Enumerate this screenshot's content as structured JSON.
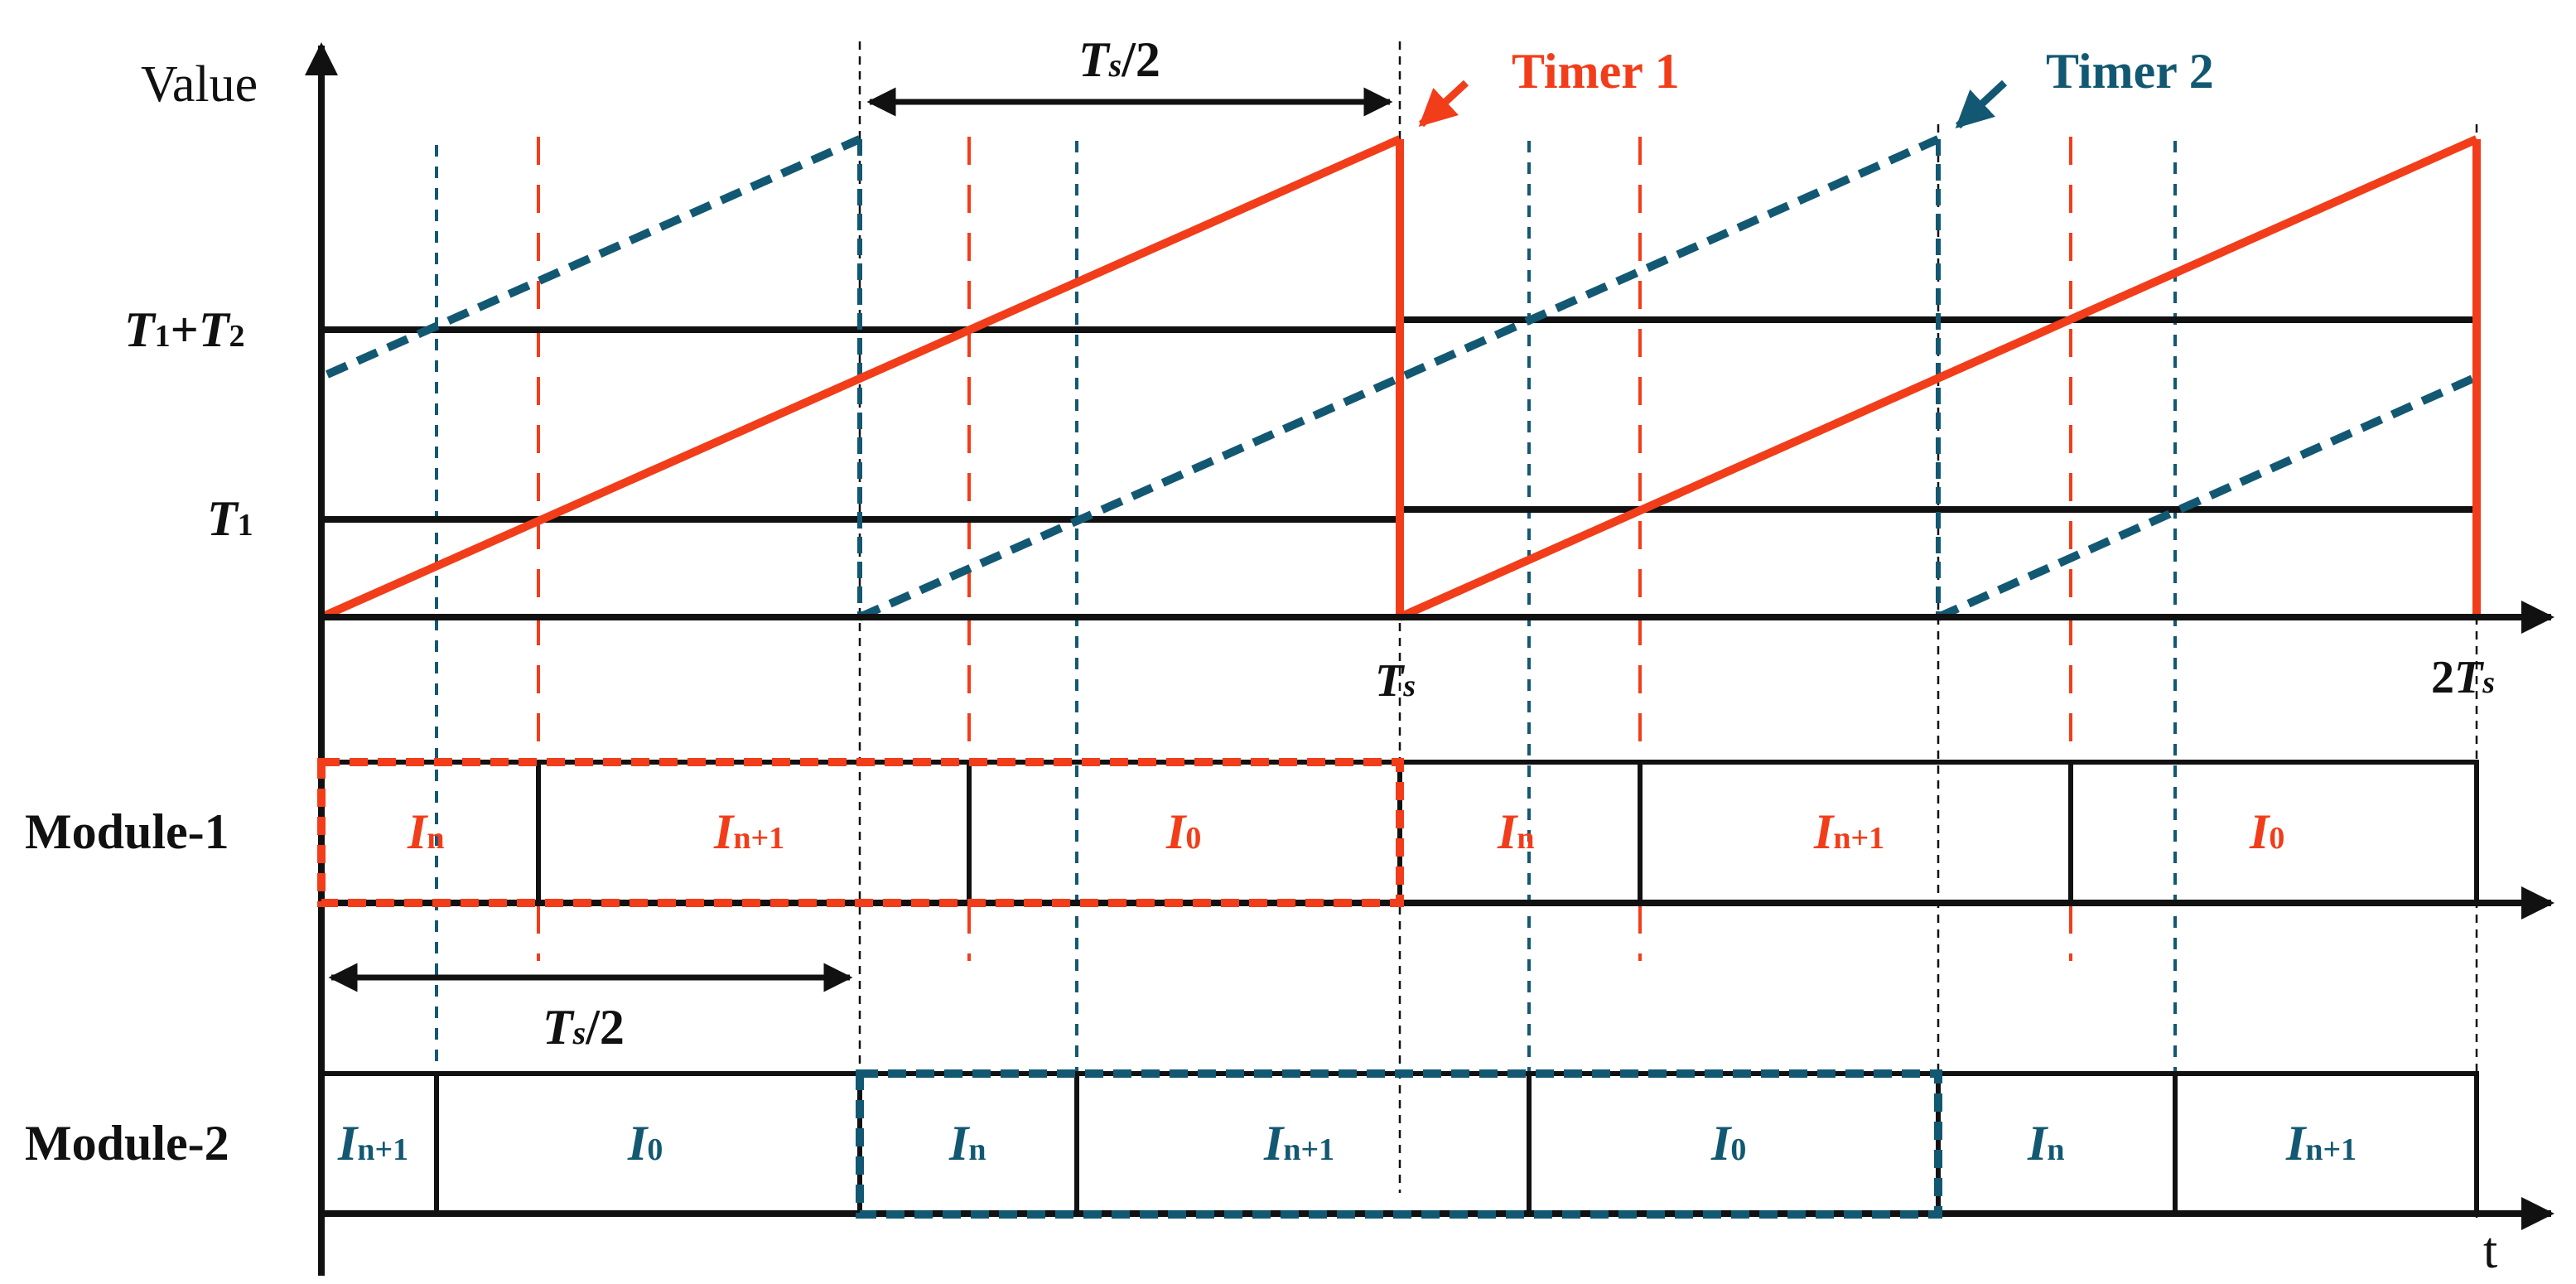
{
  "axes": {
    "y_label": "Value",
    "x_label": "t"
  },
  "y_levels": {
    "upper": {
      "main": "T",
      "sub": "1",
      "plus": "+",
      "main2": "T",
      "sub2": "2"
    },
    "lower": {
      "main": "T",
      "sub": "1"
    }
  },
  "x_ticks": {
    "ts": {
      "main": "T",
      "sub": "s"
    },
    "two_ts": {
      "prefix": "2",
      "main": "T",
      "sub": "s"
    }
  },
  "period_annotations": {
    "top": {
      "main": "T",
      "sub": "s",
      "tail": "/2"
    },
    "middle": {
      "main": "T",
      "sub": "s",
      "tail": "/2"
    }
  },
  "timers": {
    "timer1": {
      "label": "Timer 1",
      "color": "#f23d1a"
    },
    "timer2": {
      "label": "Timer 2",
      "color": "#135872"
    }
  },
  "modules": {
    "module1": {
      "label": "Module-1",
      "color": "#f23d1a",
      "segments": [
        {
          "main": "I",
          "sub": "n"
        },
        {
          "main": "I",
          "sub": "n+1"
        },
        {
          "main": "I",
          "sub": "0"
        },
        {
          "main": "I",
          "sub": "n"
        },
        {
          "main": "I",
          "sub": "n+1"
        },
        {
          "main": "I",
          "sub": "0"
        }
      ]
    },
    "module2": {
      "label": "Module-2",
      "color": "#135872",
      "segments": [
        {
          "main": "I",
          "sub": "n+1"
        },
        {
          "main": "I",
          "sub": "0"
        },
        {
          "main": "I",
          "sub": "n"
        },
        {
          "main": "I",
          "sub": "n+1"
        },
        {
          "main": "I",
          "sub": "0"
        },
        {
          "main": "I",
          "sub": "n"
        },
        {
          "main": "I",
          "sub": "n+1"
        }
      ]
    }
  },
  "colors": {
    "axis": "#111111",
    "timer1": "#f23d1a",
    "timer2": "#135872"
  }
}
